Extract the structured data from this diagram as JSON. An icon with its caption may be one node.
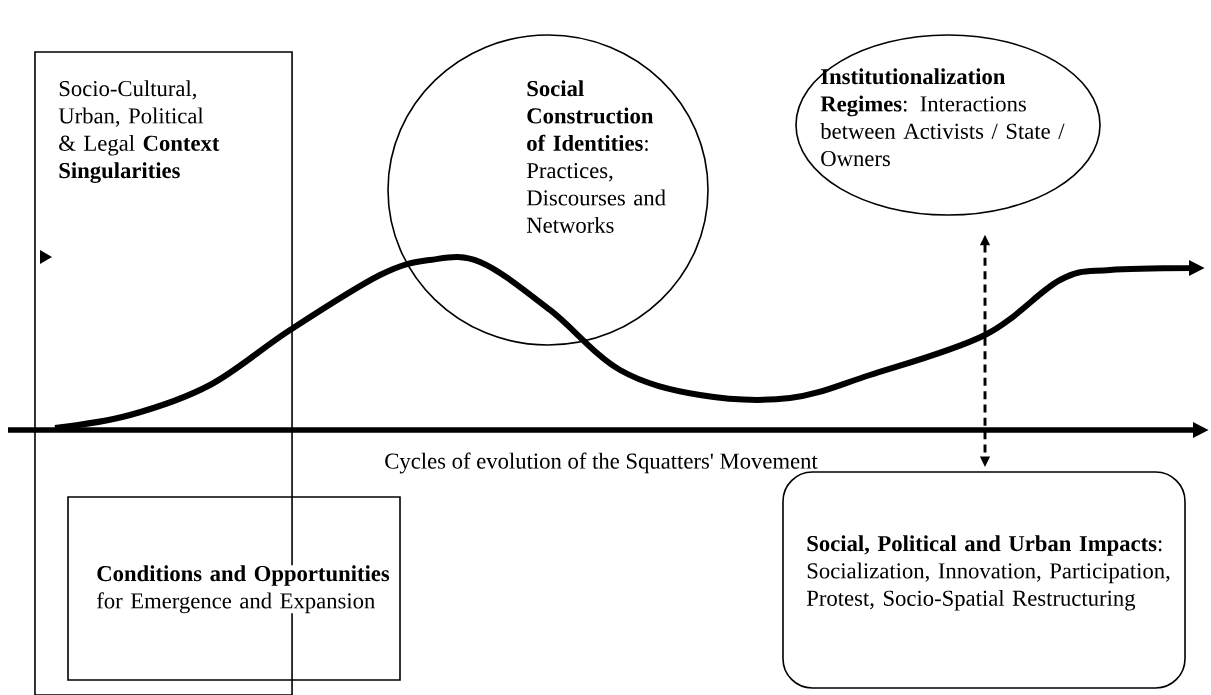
{
  "diagram": {
    "nodes": [
      {
        "text": [
          "Socio-Cultural, Urban, Political & Legal **Context Singularities**"
        ]
      },
      {
        "text": [
          "**Social Construction of Identities**: Practices, Discourses and Networks"
        ]
      },
      {
        "text": [
          "**Institutionalization Regimes**: Interactions between Activists / State / Owners"
        ]
      },
      {
        "text": [
          "**Conditions and Opportunities** for Emergence and Expansion"
        ]
      },
      {
        "text": [
          "**Social, Political and Urban Impacts**: Socialization, Innovation, Participation, Protest, Socio-Spatial Restructuring"
        ]
      }
    ],
    "edges": [
      {
        "from": 2,
        "to": 4,
        "arrow": "both",
        "style": "dashed"
      }
    ],
    "labels": [
      "Cycles of evolution of the Squatters' Movement"
    ]
  }
}
